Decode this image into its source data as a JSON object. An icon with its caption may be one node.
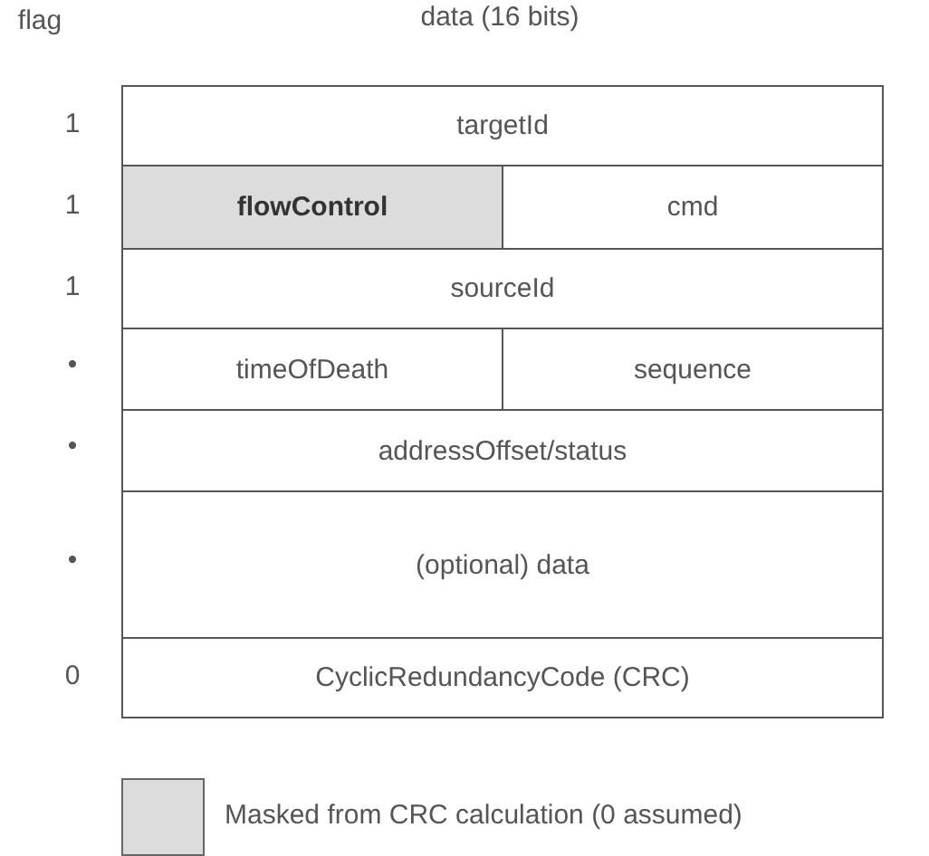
{
  "diagram": {
    "nodes": [
      {
        "text": [
          "targetId"
        ]
      },
      {
        "text": [
          "flowControl"
        ]
      },
      {
        "text": [
          "cmd"
        ]
      },
      {
        "text": [
          "sourceId"
        ]
      },
      {
        "text": [
          "timeOfDeath"
        ]
      },
      {
        "text": [
          "sequence"
        ]
      },
      {
        "text": [
          "addressOffset/status"
        ]
      },
      {
        "text": [
          "(optional) data"
        ]
      },
      {
        "text": [
          "CyclicRedundancyCode (CRC)"
        ]
      }
    ],
    "labels": [
      "flag",
      "data (16 bits)",
      "1",
      "1",
      "1",
      "•",
      "•",
      "•",
      "0"
    ],
    "legend": [
      {
        "text": "Masked from CRC calculation (0 assumed)",
        "color": "#dcdcdc"
      }
    ]
  }
}
